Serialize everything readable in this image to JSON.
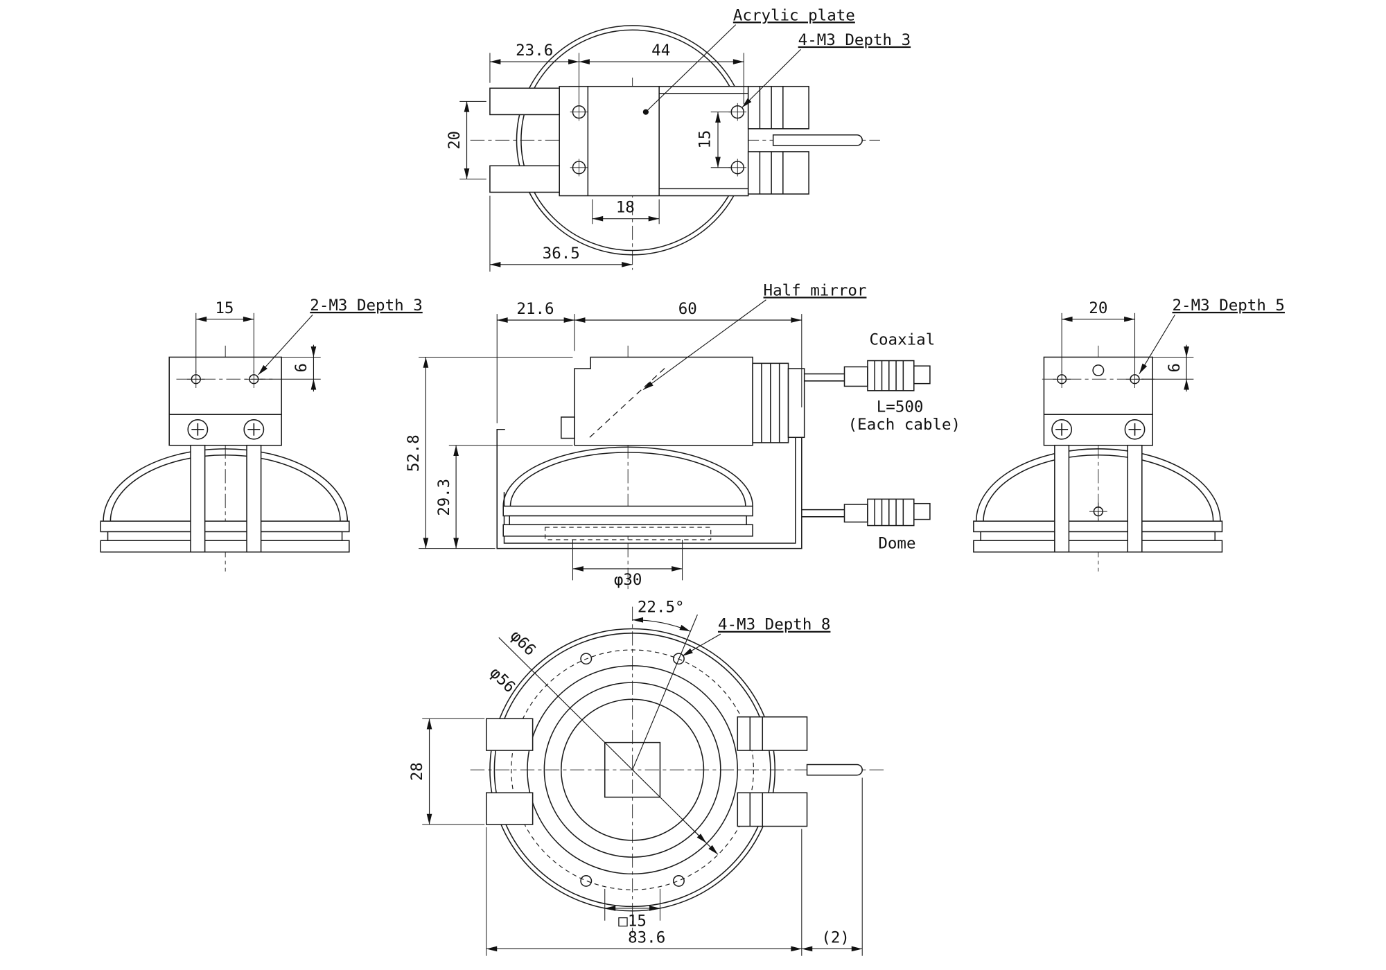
{
  "drawing": {
    "background": "#ffffff",
    "line_color": "#1a1a1a"
  },
  "top_view": {
    "label_acrylic": "Acrylic plate",
    "label_screws": "4-M3 Depth 3",
    "dim_23_6": "23.6",
    "dim_44": "44",
    "dim_20": "20",
    "dim_15": "15",
    "dim_18": "18",
    "dim_36_5": "36.5"
  },
  "left_view": {
    "dim_15": "15",
    "label_screws": "2-M3 Depth 3",
    "dim_6": "6"
  },
  "front_view": {
    "dim_21_6": "21.6",
    "dim_60": "60",
    "label_half_mirror": "Half mirror",
    "label_coaxial": "Coaxial",
    "label_cable_length": "L=500",
    "label_each_cable": "(Each cable)",
    "dim_52_8": "52.8",
    "dim_29_3": "29.3",
    "label_dome": "Dome",
    "dim_dia_30": "φ30"
  },
  "right_view": {
    "dim_20": "20",
    "label_screws": "2-M3 Depth 5",
    "dim_6": "6"
  },
  "bottom_view": {
    "dim_angle": "22.5°",
    "label_screws": "4-M3 Depth 8",
    "dim_dia_66": "φ66",
    "dim_dia_56": "φ56",
    "dim_28": "28",
    "dim_sq_15": "□15",
    "dim_83_6": "83.6",
    "dim_2": "(2)"
  }
}
